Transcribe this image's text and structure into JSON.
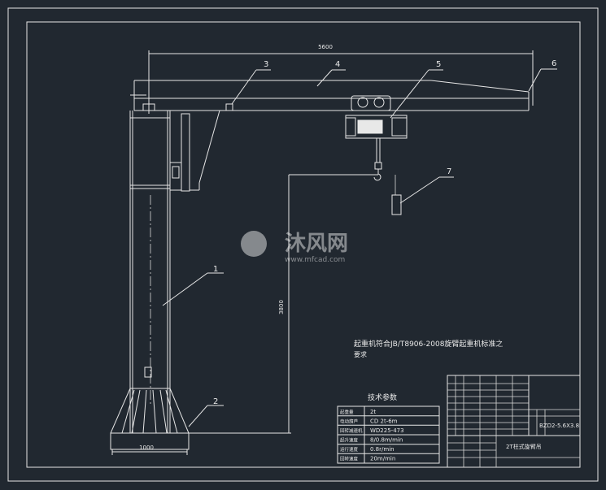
{
  "dimensions": {
    "span": "5600",
    "height": "3800",
    "base_width": "1000"
  },
  "balloons": [
    "1",
    "2",
    "3",
    "4",
    "5",
    "6",
    "7"
  ],
  "note": {
    "line1": "起重机符合JB/T8906-2008旋臂起重机标准之",
    "line2": "要求"
  },
  "watermark": {
    "brand": "沐风网",
    "url": "www.mfcad.com"
  },
  "tech_params": {
    "title": "技术参数",
    "rows": [
      {
        "label": "起重量",
        "value": "2t"
      },
      {
        "label": "电动葫芦",
        "value": "CD  2t-6m"
      },
      {
        "label": "回转减速机",
        "value": "WD225-473"
      },
      {
        "label": "起升速度",
        "value": "8/0.8m/min"
      },
      {
        "label": "运行速度",
        "value": "0.8r/min"
      },
      {
        "label": "回转速度",
        "value": "20m/min"
      }
    ]
  },
  "title_block": {
    "drawing_no": "BZD2-5.6X3.8",
    "name": "2T柱式旋臂吊"
  }
}
